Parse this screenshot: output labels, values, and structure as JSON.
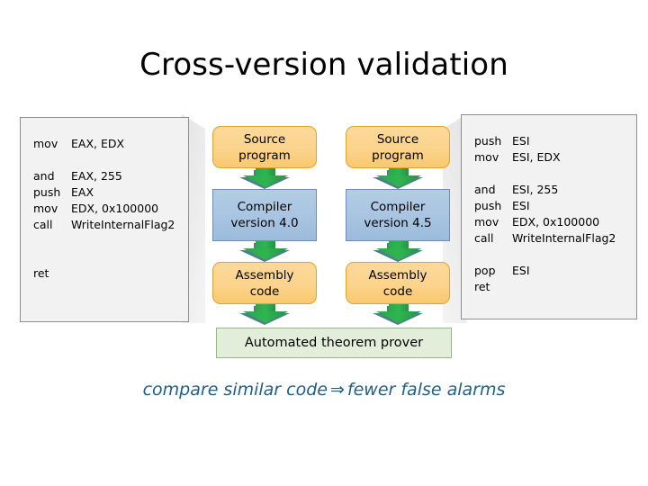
{
  "slide": {
    "title": "Cross-version validation",
    "caption_before": "compare similar code",
    "caption_arrow": "⇒",
    "caption_after": "fewer false alarms"
  },
  "colors": {
    "source_box": "#fbd38c",
    "source_box_border": "#e0a32e",
    "compiler_box": "#a6c3e0",
    "compiler_box_border": "#6b8db8",
    "arrow_green": "#2fb550",
    "arrow_shadow": "#4b7f8a",
    "prover_box": "#e3eeda",
    "prover_box_border": "#9ab58a",
    "code_block": "#f2f2f2",
    "code_block_border": "#8f8f8f",
    "caption_text": "#1f6088",
    "title_text": "#000000"
  },
  "code_left": {
    "name": "assembly-version-4-0",
    "lines": [
      {
        "op": "mov",
        "arg": "EAX, EDX"
      },
      {
        "op": "",
        "arg": ""
      },
      {
        "op": "and",
        "arg": "EAX, 255"
      },
      {
        "op": "push",
        "arg": "EAX"
      },
      {
        "op": "mov",
        "arg": "EDX, 0x100000"
      },
      {
        "op": "call",
        "arg": "WriteInternalFlag2"
      },
      {
        "op": "",
        "arg": ""
      },
      {
        "op": "",
        "arg": ""
      },
      {
        "op": "ret",
        "arg": ""
      }
    ]
  },
  "code_right": {
    "name": "assembly-version-4-5",
    "lines": [
      {
        "op": "push",
        "arg": "ESI"
      },
      {
        "op": "mov",
        "arg": "ESI, EDX"
      },
      {
        "op": "",
        "arg": ""
      },
      {
        "op": "and",
        "arg": "ESI, 255"
      },
      {
        "op": "push",
        "arg": "ESI"
      },
      {
        "op": "mov",
        "arg": "EDX, 0x100000"
      },
      {
        "op": "call",
        "arg": "WriteInternalFlag2"
      },
      {
        "op": "",
        "arg": ""
      },
      {
        "op": "pop",
        "arg": "ESI"
      },
      {
        "op": "ret",
        "arg": ""
      }
    ]
  },
  "pipelines": [
    {
      "id": "v40",
      "source_line1": "Source",
      "source_line2": "program",
      "compiler_line1": "Compiler",
      "compiler_line2": "version 4.0",
      "assembly_line1": "Assembly",
      "assembly_line2": "code"
    },
    {
      "id": "v45",
      "source_line1": "Source",
      "source_line2": "program",
      "compiler_line1": "Compiler",
      "compiler_line2": "version 4.5",
      "assembly_line1": "Assembly",
      "assembly_line2": "code"
    }
  ],
  "prover": {
    "label": "Automated theorem prover"
  }
}
